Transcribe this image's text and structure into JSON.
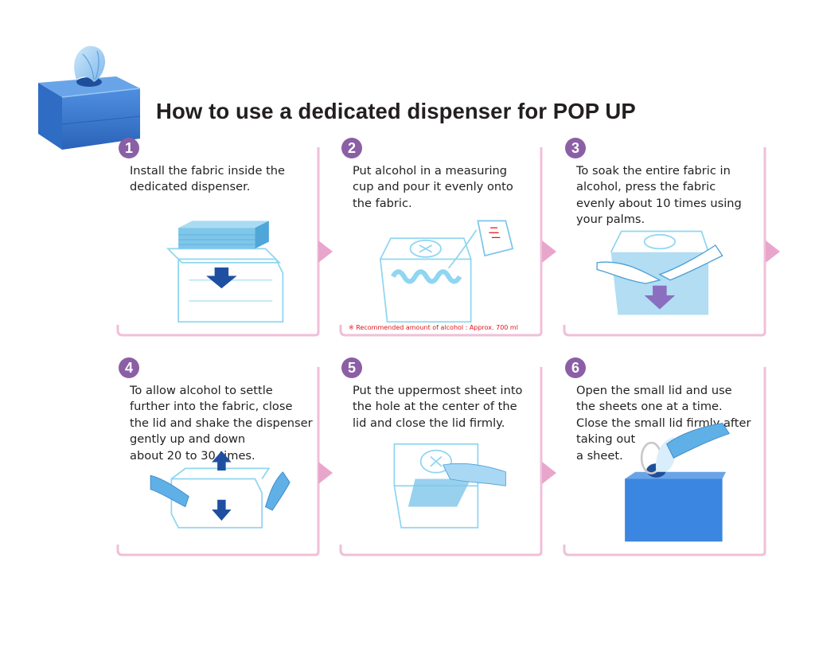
{
  "title": "How to use a dedicated dispenser for POP UP",
  "colors": {
    "accent": "#8b5fa5",
    "frame": "#f0bfd8",
    "arrow": "#e8a6cc",
    "box": "#3b7dd8",
    "outline": "#7fd0ee",
    "note": "#e0161e"
  },
  "steps": [
    {
      "number": "1",
      "text": "Install the fabric inside the\ndedicated dispenser.",
      "icon": "fabric-into-dispenser-icon"
    },
    {
      "number": "2",
      "text": "Put alcohol in a measuring\ncup and pour it evenly onto\nthe fabric.",
      "note": "※ Recommended amount of alcohol : Approx. 700 ml",
      "icon": "pour-alcohol-icon"
    },
    {
      "number": "3",
      "text": "To soak the entire fabric in\nalcohol, press the fabric\nevenly about 10 times using\nyour palms.",
      "icon": "press-fabric-icon"
    },
    {
      "number": "4",
      "text": "To allow alcohol to settle\nfurther into the fabric, close\nthe lid and shake the dispenser\ngently up and down\nabout 20 to 30 times.",
      "icon": "shake-dispenser-icon"
    },
    {
      "number": "5",
      "text": "Put the uppermost sheet into\nthe hole at the center of the\nlid and close the lid firmly.",
      "icon": "thread-sheet-icon"
    },
    {
      "number": "6",
      "text": "Open the small lid and use\nthe sheets one at a time.\nClose the small lid firmly after\ntaking out\na sheet.",
      "icon": "take-sheet-icon"
    }
  ]
}
